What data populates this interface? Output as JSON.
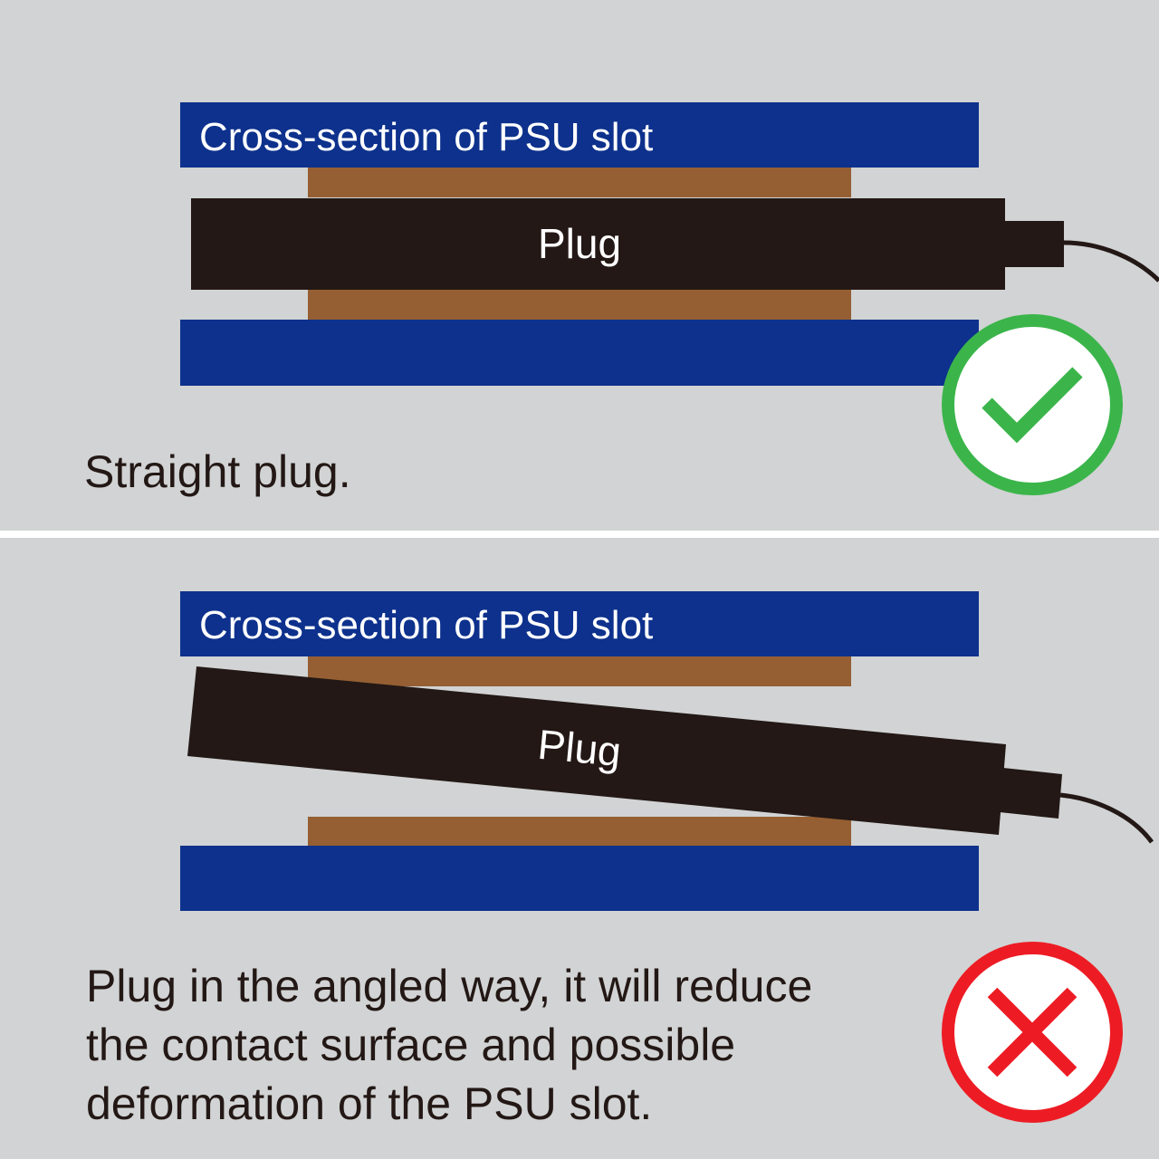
{
  "top_panel": {
    "slot_label": "Cross-section of PSU slot",
    "plug_label": "Plug",
    "caption": "Straight plug.",
    "status_icon": "check-icon"
  },
  "bottom_panel": {
    "slot_label": "Cross-section of PSU slot",
    "plug_label": "Plug",
    "caption_lines": [
      "Plug in the angled way, it will reduce",
      "the contact surface and possible",
      "deformation of the PSU slot."
    ],
    "status_icon": "cross-icon"
  },
  "colors": {
    "background": "#d1d3d4",
    "slot_blue": "#0d318c",
    "contact_brown": "#955f33",
    "plug_black": "#231815",
    "ok_green": "#3bb54a",
    "bad_red": "#ed1c24"
  }
}
